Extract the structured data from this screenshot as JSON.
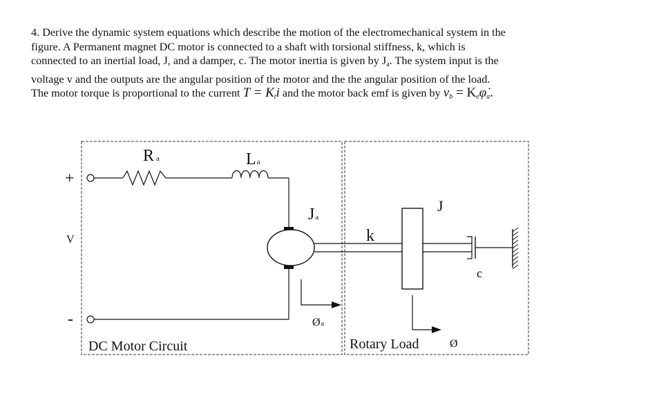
{
  "problem": {
    "line1": "4. Derive the dynamic system equations which describe the motion of the electromechanical system in the",
    "line2": "figure. A Permanent magnet DC motor is connected to a shaft with torsional stiffness, k, which is",
    "line3_a": "connected to an inertial load, J, and a damper, c.  The motor inertia is given by J",
    "line3_sub": "a",
    "line3_b": ".  The system input is the",
    "line4": "voltage v and the outputs are the angular position of the motor and the the angular position of the load.",
    "line5_a": "The motor torque is proportional to the current ",
    "torque_eq": "T = K",
    "torque_sub": "t",
    "torque_i": "i",
    "line5_b": " and the motor back emf is given by ",
    "emf_v": "v",
    "emf_vsub": "b",
    "emf_eq": " = K",
    "emf_ksub": "e",
    "emf_phi": "φ̇",
    "emf_phisub": "a",
    "emf_end": "."
  },
  "figure": {
    "plus": "+",
    "minus": "-",
    "v_label": "V",
    "Ra": "R",
    "Ra_sub": "a",
    "La": "L",
    "La_sub": "a",
    "Ja": "J",
    "Ja_sub": "a",
    "k": "k",
    "J": "J",
    "c": "c",
    "phi_a": "Ø",
    "phi_a_sub": "a",
    "phi": "Ø",
    "dc_box_label": "DC Motor Circuit",
    "rotary_box_label": "Rotary Load"
  }
}
